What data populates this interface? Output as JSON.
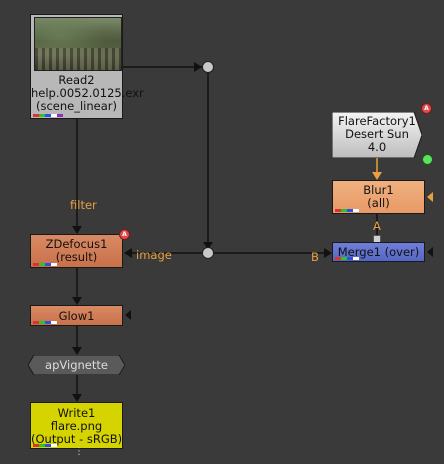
{
  "nodes": {
    "read2": {
      "name": "Read2",
      "file": "help.0052.0125.exr",
      "colorspace": "(scene_linear)"
    },
    "zdefocus": {
      "name": "ZDefocus1",
      "sub": "(result)"
    },
    "glow": {
      "name": "Glow1"
    },
    "vignette": {
      "name": "apVignette"
    },
    "write": {
      "name": "Write1",
      "file": "flare.png",
      "colorspace": "(Output - sRGB)"
    },
    "flare_factory": {
      "name": "FlareFactory1",
      "preset": "Desert Sun",
      "version": "4.0"
    },
    "blur": {
      "name": "Blur1",
      "sub": "(all)"
    },
    "merge": {
      "name": "Merge1 (over)"
    }
  },
  "edge_labels": {
    "filter": "filter",
    "image": "image",
    "b": "B",
    "a": "A"
  },
  "badges": {
    "mask": "A"
  },
  "colors": {
    "edge_label": "#e8a040",
    "read_node": "#b8b8b8",
    "filter_node": "#c8714a",
    "blur_node": "#e89a66",
    "merge_node": "#5566c4",
    "write_node": "#d6d400",
    "background": "#3a3a3a"
  },
  "channel_swatch": [
    "#e03030",
    "#30c030",
    "#3050e0",
    "#ffffff"
  ]
}
